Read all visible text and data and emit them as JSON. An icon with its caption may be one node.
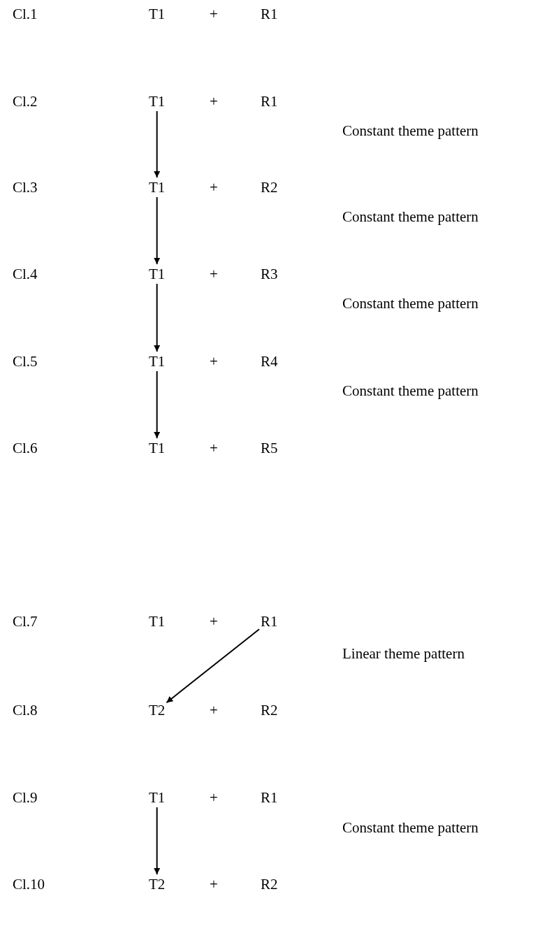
{
  "diagram": {
    "nodes": [
      {
        "text": [
          "T1"
        ]
      },
      {
        "text": [
          "T1"
        ]
      },
      {
        "text": [
          "T1"
        ]
      },
      {
        "text": [
          "T1"
        ]
      },
      {
        "text": [
          "T1"
        ]
      },
      {
        "text": [
          "R1"
        ]
      },
      {
        "text": [
          "T2"
        ]
      },
      {
        "text": [
          "T1"
        ]
      },
      {
        "text": [
          "T2"
        ]
      }
    ],
    "edges": [
      {
        "from": 0,
        "to": 1,
        "arrow": "to"
      },
      {
        "from": 1,
        "to": 2,
        "arrow": "to"
      },
      {
        "from": 2,
        "to": 3,
        "arrow": "to"
      },
      {
        "from": 3,
        "to": 4,
        "arrow": "to"
      },
      {
        "from": 5,
        "to": 6,
        "arrow": "to"
      },
      {
        "from": 7,
        "to": 8,
        "arrow": "to"
      }
    ],
    "labels": [
      "Cl.1",
      "T1",
      "+",
      "R1",
      "Cl.2",
      "+",
      "R1",
      "Constant theme pattern",
      "Cl.3",
      "+",
      "R2",
      "Constant theme pattern",
      "Cl.4",
      "+",
      "R3",
      "Constant theme pattern",
      "Cl.5",
      "+",
      "R4",
      "Constant theme pattern",
      "Cl.6",
      "+",
      "R5",
      "Cl.7",
      "T1",
      "+",
      "Linear theme pattern",
      "Cl.8",
      "+",
      "R2",
      "Cl.9",
      "+",
      "R1",
      "Constant theme pattern",
      "Cl.10",
      "+",
      "R2"
    ]
  }
}
